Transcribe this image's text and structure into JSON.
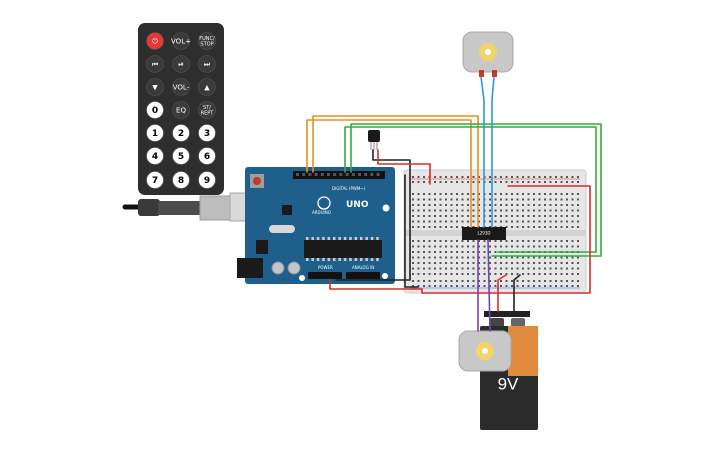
{
  "remote": {
    "buttons": [
      {
        "label": "⏻",
        "color": "#e53935",
        "text_color": "#ffffff"
      },
      {
        "label": "VOL+",
        "color": "#3a3a3a",
        "text_color": "#ffffff"
      },
      {
        "label": "FUNC/ STOP",
        "color": "#3a3a3a",
        "text_color": "#ffffff"
      },
      {
        "label": "⏮",
        "color": "#3a3a3a",
        "text_color": "#ffffff"
      },
      {
        "label": "⏯",
        "color": "#3a3a3a",
        "text_color": "#ffffff"
      },
      {
        "label": "⏭",
        "color": "#3a3a3a",
        "text_color": "#ffffff"
      },
      {
        "label": "▼",
        "color": "#3a3a3a",
        "text_color": "#ffffff"
      },
      {
        "label": "VOL-",
        "color": "#3a3a3a",
        "text_color": "#ffffff"
      },
      {
        "label": "▲",
        "color": "#3a3a3a",
        "text_color": "#ffffff"
      },
      {
        "label": "0",
        "color": "#ffffff",
        "text_color": "#000000"
      },
      {
        "label": "EQ",
        "color": "#3a3a3a",
        "text_color": "#ffffff"
      },
      {
        "label": "ST/ REPT",
        "color": "#3a3a3a",
        "text_color": "#ffffff"
      },
      {
        "label": "1",
        "color": "#ffffff",
        "text_color": "#000000"
      },
      {
        "label": "2",
        "color": "#ffffff",
        "text_color": "#000000"
      },
      {
        "label": "3",
        "color": "#ffffff",
        "text_color": "#000000"
      },
      {
        "label": "4",
        "color": "#ffffff",
        "text_color": "#000000"
      },
      {
        "label": "5",
        "color": "#ffffff",
        "text_color": "#000000"
      },
      {
        "label": "6",
        "color": "#ffffff",
        "text_color": "#000000"
      },
      {
        "label": "7",
        "color": "#ffffff",
        "text_color": "#000000"
      },
      {
        "label": "8",
        "color": "#ffffff",
        "text_color": "#000000"
      },
      {
        "label": "9",
        "color": "#ffffff",
        "text_color": "#000000"
      }
    ]
  },
  "arduino": {
    "brand": "ARDUINO",
    "model": "UNO",
    "digital_label": "DIGITAL (PWM~)",
    "power_label": "POWER",
    "analog_label": "ANALOG IN",
    "board_color": "#1f5f8b"
  },
  "driver_chip": {
    "label": "L293D"
  },
  "battery": {
    "label": "9V",
    "body_color": "#2b2b2b",
    "cap_color": "#e08a3c"
  },
  "wire_colors": {
    "orange": "#e8901c",
    "green": "#2fae3a",
    "red": "#d62d2d",
    "black": "#222222",
    "blue": "#2a9bd6",
    "purple": "#7a3fb5"
  }
}
